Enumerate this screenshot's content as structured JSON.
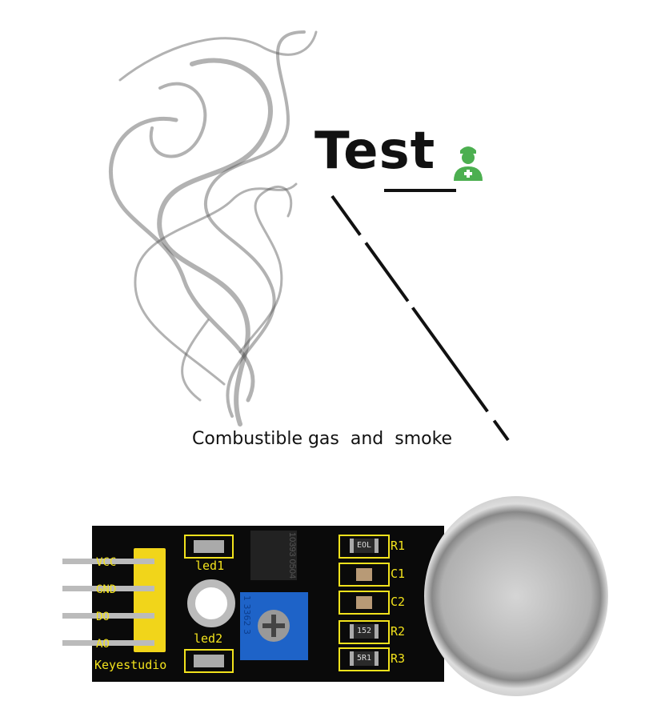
{
  "headline": {
    "text": "Test",
    "icon": "doctor-icon",
    "icon_color": "#4caf50"
  },
  "caption": "Combustible gas  and  smoke",
  "board": {
    "brand": "Keyestudio",
    "pin_labels": [
      "VCC",
      "GND",
      "DO",
      "AO"
    ],
    "led_labels": [
      "led1",
      "led2"
    ],
    "component_labels": [
      "R1",
      "C1",
      "C2",
      "R2",
      "R3"
    ],
    "chip_marking": "10393 0504",
    "pot_marking": "1 3362 3",
    "resistor_markings": [
      "EOL",
      "152",
      "5R1"
    ],
    "pcb_color": "#0a0a0a",
    "silkscreen_color": "#f2e21c",
    "pot_color": "#1e63c8"
  }
}
